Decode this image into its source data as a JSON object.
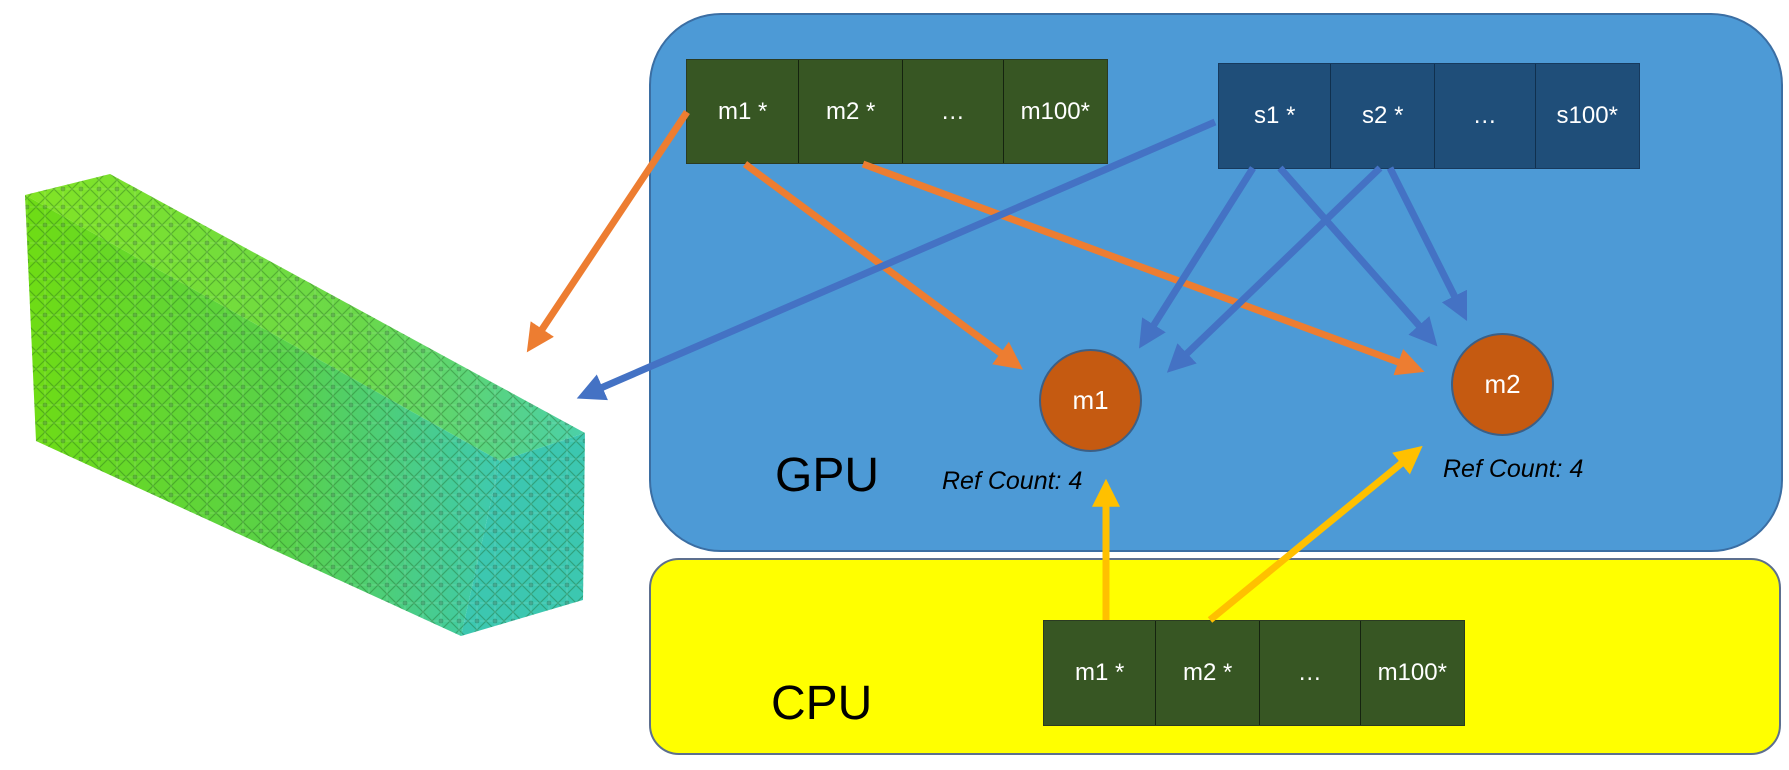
{
  "regions": {
    "gpu_label": "GPU",
    "cpu_label": "CPU"
  },
  "gpu_m_array": [
    "m1 *",
    "m2 *",
    "…",
    "m100*"
  ],
  "gpu_s_array": [
    "s1 *",
    "s2 *",
    "…",
    "s100*"
  ],
  "cpu_m_array": [
    "m1 *",
    "m2 *",
    "…",
    "m100*"
  ],
  "nodes": {
    "m1": {
      "label": "m1",
      "ref_count": "Ref Count: 4"
    },
    "m2": {
      "label": "m2",
      "ref_count": "Ref Count: 4"
    }
  },
  "colors": {
    "gpu_region": "#4d9ad6",
    "cpu_region": "#ffff00",
    "m_array": "#375623",
    "s_array": "#1f4e79",
    "node": "#c55a11",
    "m_pointer_arrow": "#ed7d31",
    "s_pointer_arrow": "#4472c4",
    "cpu_pointer_arrow": "#ffc000",
    "beam_green": "#66dd11",
    "beam_teal": "#33ccaa"
  },
  "icons": {
    "beam": "lattice-beam-mesh"
  }
}
